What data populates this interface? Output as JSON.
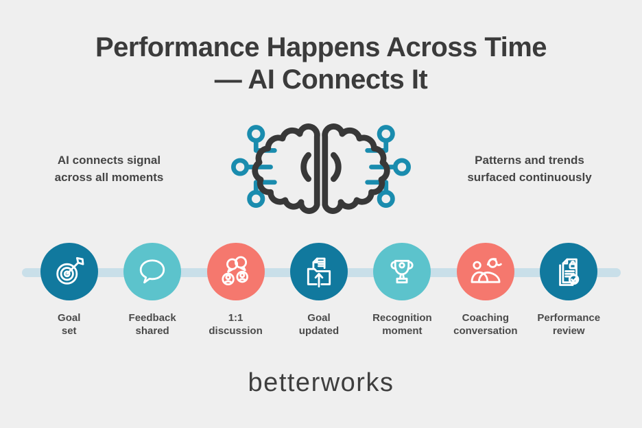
{
  "background": "#efefef",
  "title": {
    "line1": "Performance Happens Across Time",
    "line2": "— AI Connects It"
  },
  "notes": {
    "left": {
      "line1": "AI connects signal",
      "line2": "across all moments"
    },
    "right": {
      "line1": "Patterns and trends",
      "line2": "surfaced continuously"
    }
  },
  "brain": {
    "icon": "ai-brain-circuit-icon",
    "outline_color": "#383838",
    "circuit_color": "#1a8cae"
  },
  "timeline": {
    "line_color": "#c9dfe9",
    "milestones": [
      {
        "label_line1": "Goal",
        "label_line2": "set",
        "icon": "goal-target-icon",
        "color": "#11799e"
      },
      {
        "label_line1": "Feedback",
        "label_line2": "shared",
        "icon": "speech-bubble-icon",
        "color": "#5cc3cc"
      },
      {
        "label_line1": "1:1",
        "label_line2": "discussion",
        "icon": "discussion-people-icon",
        "color": "#f5786e"
      },
      {
        "label_line1": "Goal",
        "label_line2": "updated",
        "icon": "goal-upload-icon",
        "color": "#11799e"
      },
      {
        "label_line1": "Recognition",
        "label_line2": "moment",
        "icon": "trophy-icon",
        "color": "#5cc3cc"
      },
      {
        "label_line1": "Coaching",
        "label_line2": "conversation",
        "icon": "coaching-whistle-icon",
        "color": "#f5786e"
      },
      {
        "label_line1": "Performance",
        "label_line2": "review",
        "icon": "review-document-icon",
        "color": "#11799e"
      }
    ]
  },
  "logo": {
    "text": "betterworks",
    "color": "#3e3e3e"
  }
}
